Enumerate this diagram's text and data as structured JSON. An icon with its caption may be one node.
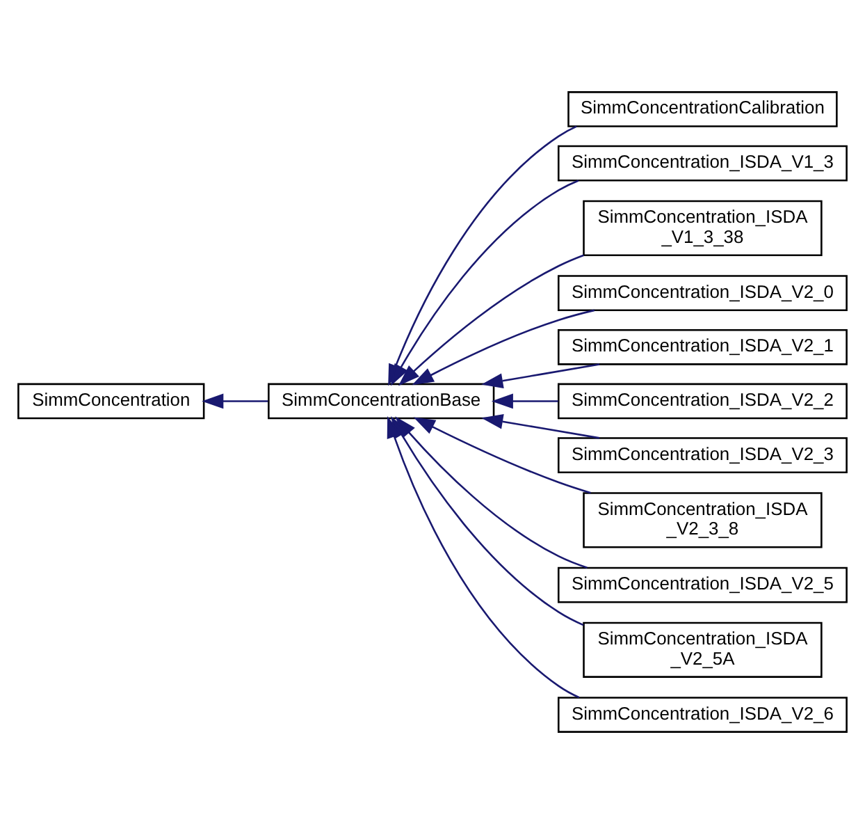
{
  "diagram": {
    "nodes": [
      {
        "text": [
          "SimmConcentration"
        ]
      },
      {
        "text": [
          "SimmConcentrationBase"
        ]
      },
      {
        "text": [
          "SimmConcentrationCalibration"
        ]
      },
      {
        "text": [
          "SimmConcentration_ISDA_V1_3"
        ]
      },
      {
        "text": [
          "SimmConcentration_ISDA _V1_3_38"
        ]
      },
      {
        "text": [
          "SimmConcentration_ISDA_V2_0"
        ]
      },
      {
        "text": [
          "SimmConcentration_ISDA_V2_1"
        ]
      },
      {
        "text": [
          "SimmConcentration_ISDA_V2_2"
        ]
      },
      {
        "text": [
          "SimmConcentration_ISDA_V2_3"
        ]
      },
      {
        "text": [
          "SimmConcentration_ISDA _V2_3_8"
        ]
      },
      {
        "text": [
          "SimmConcentration_ISDA_V2_5"
        ]
      },
      {
        "text": [
          "SimmConcentration_ISDA _V2_5A"
        ]
      },
      {
        "text": [
          "SimmConcentration_ISDA_V2_6"
        ]
      }
    ],
    "edges": [
      {
        "from": 1,
        "to": 0,
        "arrow": "to"
      },
      {
        "from": 2,
        "to": 1,
        "arrow": "to"
      },
      {
        "from": 3,
        "to": 1,
        "arrow": "to"
      },
      {
        "from": 4,
        "to": 1,
        "arrow": "to"
      },
      {
        "from": 5,
        "to": 1,
        "arrow": "to"
      },
      {
        "from": 6,
        "to": 1,
        "arrow": "to"
      },
      {
        "from": 7,
        "to": 1,
        "arrow": "to"
      },
      {
        "from": 8,
        "to": 1,
        "arrow": "to"
      },
      {
        "from": 9,
        "to": 1,
        "arrow": "to"
      },
      {
        "from": 10,
        "to": 1,
        "arrow": "to"
      },
      {
        "from": 11,
        "to": 1,
        "arrow": "to"
      },
      {
        "from": 12,
        "to": 1,
        "arrow": "to"
      }
    ]
  }
}
